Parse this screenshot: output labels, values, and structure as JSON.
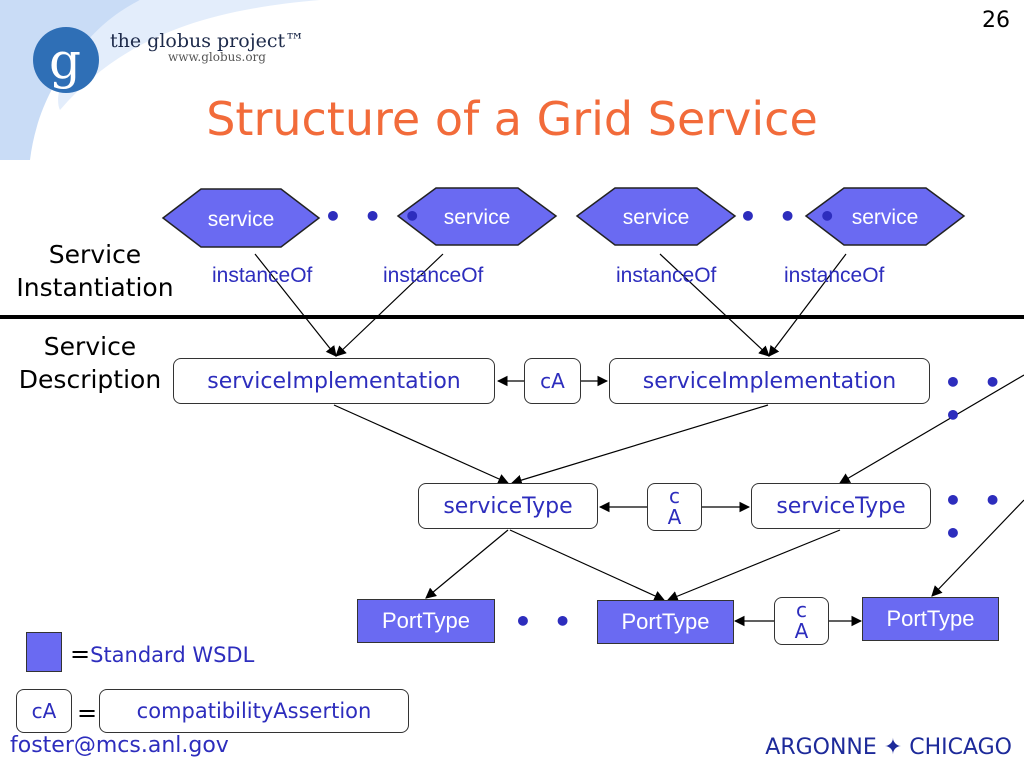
{
  "page_number": "26",
  "logo": {
    "brand": "the globus project™",
    "url_text": "www.globus.org",
    "glyph": "g"
  },
  "title": "Structure of a Grid Service",
  "colors": {
    "title": "#f26b3a",
    "standard_wsdl": "#6a6af2",
    "text_blue": "#2d2dbd",
    "header_swoosh": "#c9dcf6"
  },
  "sections": {
    "instantiation_lines": [
      "Service",
      "Instantiation"
    ],
    "description_lines": [
      "Service",
      "Description"
    ]
  },
  "services": [
    "service",
    "service",
    "service",
    "service"
  ],
  "instance_labels": [
    "instanceOf",
    "instanceOf",
    "instanceOf",
    "instanceOf"
  ],
  "impls": [
    "serviceImplementation",
    "serviceImplementation"
  ],
  "types": [
    "serviceType",
    "serviceType"
  ],
  "port_types": [
    "PortType",
    "PortType",
    "PortType"
  ],
  "ca_label": "cA",
  "ca_stacked": {
    "top": "c",
    "bottom": "A"
  },
  "ellipsis": "• • •",
  "legend": {
    "equals": "=",
    "standard_wsdl": "Standard WSDL",
    "ca": "cA",
    "compatibility": "compatibilityAssertion"
  },
  "footer": {
    "email": "foster@mcs.anl.gov",
    "org_left": "ARGONNE",
    "org_sep": "✦",
    "org_right": "CHICAGO"
  }
}
